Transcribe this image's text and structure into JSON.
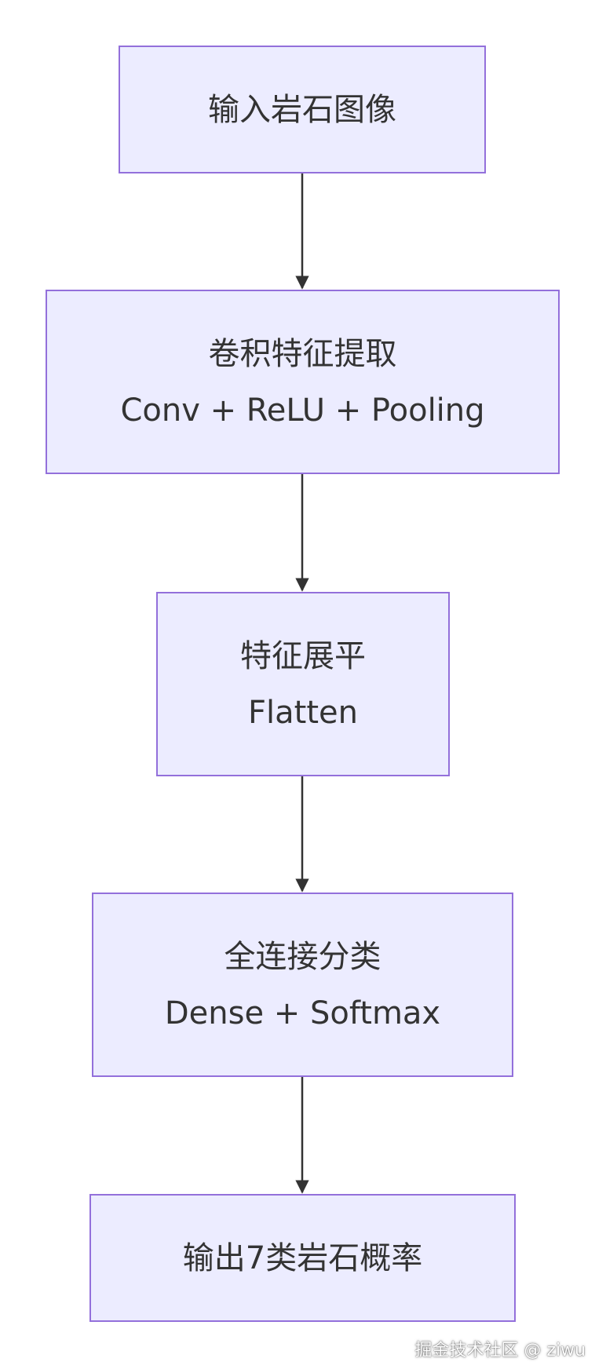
{
  "colors": {
    "node_fill": "#ececff",
    "node_border": "#9370db",
    "text": "#333333",
    "edge": "#333333"
  },
  "nodes": [
    {
      "id": "input",
      "lines": [
        "输入岩石图像"
      ]
    },
    {
      "id": "conv",
      "lines": [
        "卷积特征提取",
        "Conv + ReLU + Pooling"
      ]
    },
    {
      "id": "flatten",
      "lines": [
        "特征展平",
        "Flatten"
      ]
    },
    {
      "id": "dense",
      "lines": [
        "全连接分类",
        "Dense + Softmax"
      ]
    },
    {
      "id": "output",
      "lines": [
        "输出7类岩石概率"
      ]
    }
  ],
  "edges": [
    {
      "from": "input",
      "to": "conv"
    },
    {
      "from": "conv",
      "to": "flatten"
    },
    {
      "from": "flatten",
      "to": "dense"
    },
    {
      "from": "dense",
      "to": "output"
    }
  ],
  "watermark": "掘金技术社区 @ ziwu"
}
